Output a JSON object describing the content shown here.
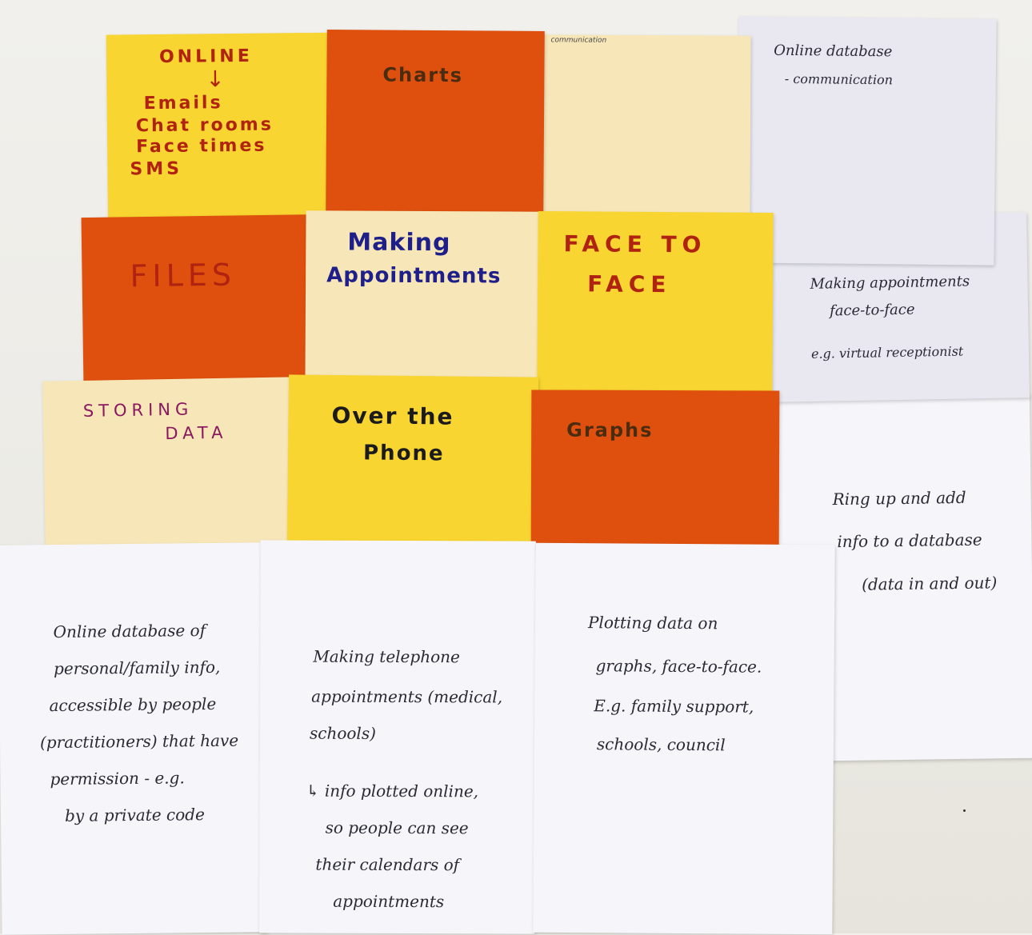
{
  "colors": {
    "yellow": "#f8d530",
    "orange": "#df500f",
    "cream": "#f7e7b8",
    "paper": "#f6f5fa",
    "marker_red": "#b02310",
    "marker_blue": "#1e1f8a",
    "marker_purple": "#8a1760",
    "marker_black": "#1b1b1b",
    "marker_brown": "#4a2c10"
  },
  "cards": {
    "online": {
      "title": "ONLINE",
      "arrow": "↓",
      "items": [
        "Emails",
        "Chat rooms",
        "Face times",
        "SMS"
      ]
    },
    "charts": {
      "title": "Charts"
    },
    "communication": {
      "title": "communication"
    },
    "files": {
      "title": "FILES"
    },
    "making_appointments": {
      "line1": "Making",
      "line2": "Appointments"
    },
    "face_to_face": {
      "line1": "FACE TO",
      "line2": "FACE"
    },
    "storing_data": {
      "line1": "STORING",
      "line2": "DATA"
    },
    "over_the_phone": {
      "line1": "Over the",
      "line2": "Phone"
    },
    "graphs": {
      "title": "Graphs"
    }
  },
  "notes": {
    "online_database": {
      "lines": [
        "Online database",
        "- communication"
      ]
    },
    "making_appointments_f2f": {
      "lines": [
        "Making appointments",
        "face-to-face",
        "e.g. virtual receptionist"
      ]
    },
    "ring_up": {
      "lines": [
        "Ring up and add",
        "info to a database",
        "(data in and out)"
      ]
    },
    "online_database_personal": {
      "lines": [
        "Online database of",
        "personal/family info,",
        "accessible by people",
        "(practitioners) that have",
        "permission - e.g.",
        "by a private code"
      ]
    },
    "telephone_appointments": {
      "lines": [
        "Making telephone",
        "appointments (medical,",
        "schools)",
        "↳ info plotted online,",
        "so people can see",
        "their calendars of",
        "appointments"
      ]
    },
    "plotting_data": {
      "lines": [
        "Plotting data on",
        "graphs, face-to-face.",
        "E.g. family support,",
        "schools, council"
      ]
    }
  }
}
